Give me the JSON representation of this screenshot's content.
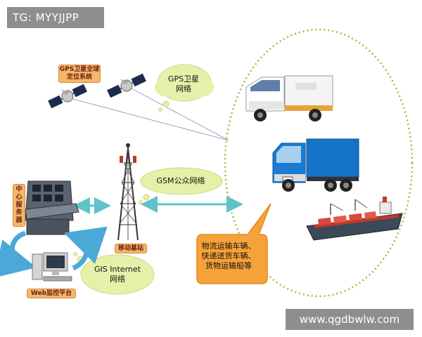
{
  "watermark_top": "TG: MYYJJPP",
  "watermark_bottom": "www.qgdbwlw.com",
  "labels": {
    "gps_system": "GPS卫星全球定位系统",
    "base_station": "移动基站",
    "web_platform": "Web监控平台",
    "service_center": "中心服务器"
  },
  "clouds": {
    "gps_line1": "GPS卫星",
    "gps_line2": "网络",
    "gsm": "GSM公众网络",
    "gis_line1": "GIS Internet",
    "gis_line2": "网络"
  },
  "callout": {
    "line1": "物流运输车辆、",
    "line2": "快递送货车辆、",
    "line3": "货物运输船等"
  },
  "colors": {
    "cloud_fill": "#e7f0a9",
    "callout_fill": "#f6a23a",
    "label_fill": "#f3b76a",
    "arrow": "#5fc3c9",
    "ellipse": "#9bbf3a",
    "cycle": "#4aa9d6"
  }
}
